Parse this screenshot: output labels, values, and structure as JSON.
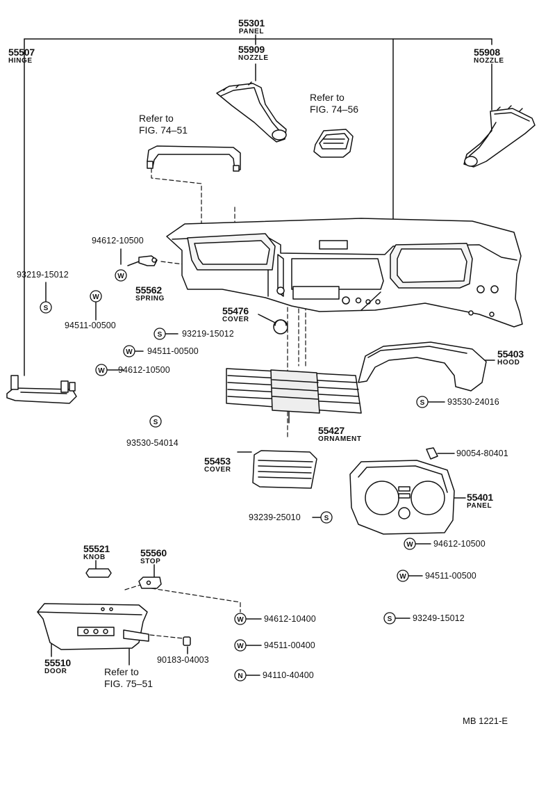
{
  "labels": {
    "p55301": {
      "number": "55301",
      "name": "PANEL"
    },
    "p55507": {
      "number": "55507",
      "name": "HINGE"
    },
    "p55909": {
      "number": "55909",
      "name": "NOZZLE"
    },
    "p55908": {
      "number": "55908",
      "name": "NOZZLE"
    },
    "p55562": {
      "number": "55562",
      "name": "SPRING"
    },
    "p55476": {
      "number": "55476",
      "name": "COVER"
    },
    "p55403": {
      "number": "55403",
      "name": "HOOD"
    },
    "p55427": {
      "number": "55427",
      "name": "ORNAMENT"
    },
    "p55453": {
      "number": "55453",
      "name": "COVER"
    },
    "p55401": {
      "number": "55401",
      "name": "PANEL"
    },
    "p55521": {
      "number": "55521",
      "name": "KNOB"
    },
    "p55560": {
      "number": "55560",
      "name": "STOP"
    },
    "p55510": {
      "number": "55510",
      "name": "DOOR"
    }
  },
  "refs": {
    "ref1": {
      "line1": "Refer to",
      "line2": "FIG. 74–51"
    },
    "ref2": {
      "line1": "Refer to",
      "line2": "FIG. 74–56"
    },
    "ref3": {
      "line1": "Refer to",
      "line2": "FIG. 75–51"
    }
  },
  "fasteners": [
    {
      "badge": "W",
      "number": "94612-10500"
    },
    {
      "badge": "S",
      "number": "93219-15012"
    },
    {
      "badge": "W",
      "number": "94511-00500"
    },
    {
      "badge": "S",
      "number": "93219-15012"
    },
    {
      "badge": "W",
      "number": "94511-00500"
    },
    {
      "badge": "W",
      "number": "94612-10500"
    },
    {
      "badge": "S",
      "number": "93530-24016"
    },
    {
      "badge": "S",
      "number": "93530-54014"
    },
    {
      "number": "90054-80401"
    },
    {
      "badge": "S",
      "number": "93239-25010"
    },
    {
      "badge": "W",
      "number": "94612-10500"
    },
    {
      "badge": "W",
      "number": "94511-00500"
    },
    {
      "badge": "W",
      "number": "94612-10400"
    },
    {
      "badge": "S",
      "number": "93249-15012"
    },
    {
      "number": "90183-04003"
    },
    {
      "badge": "W",
      "number": "94511-00400"
    },
    {
      "badge": "N",
      "number": "94110-40400"
    }
  ],
  "figure_code": "MB  1221-E"
}
